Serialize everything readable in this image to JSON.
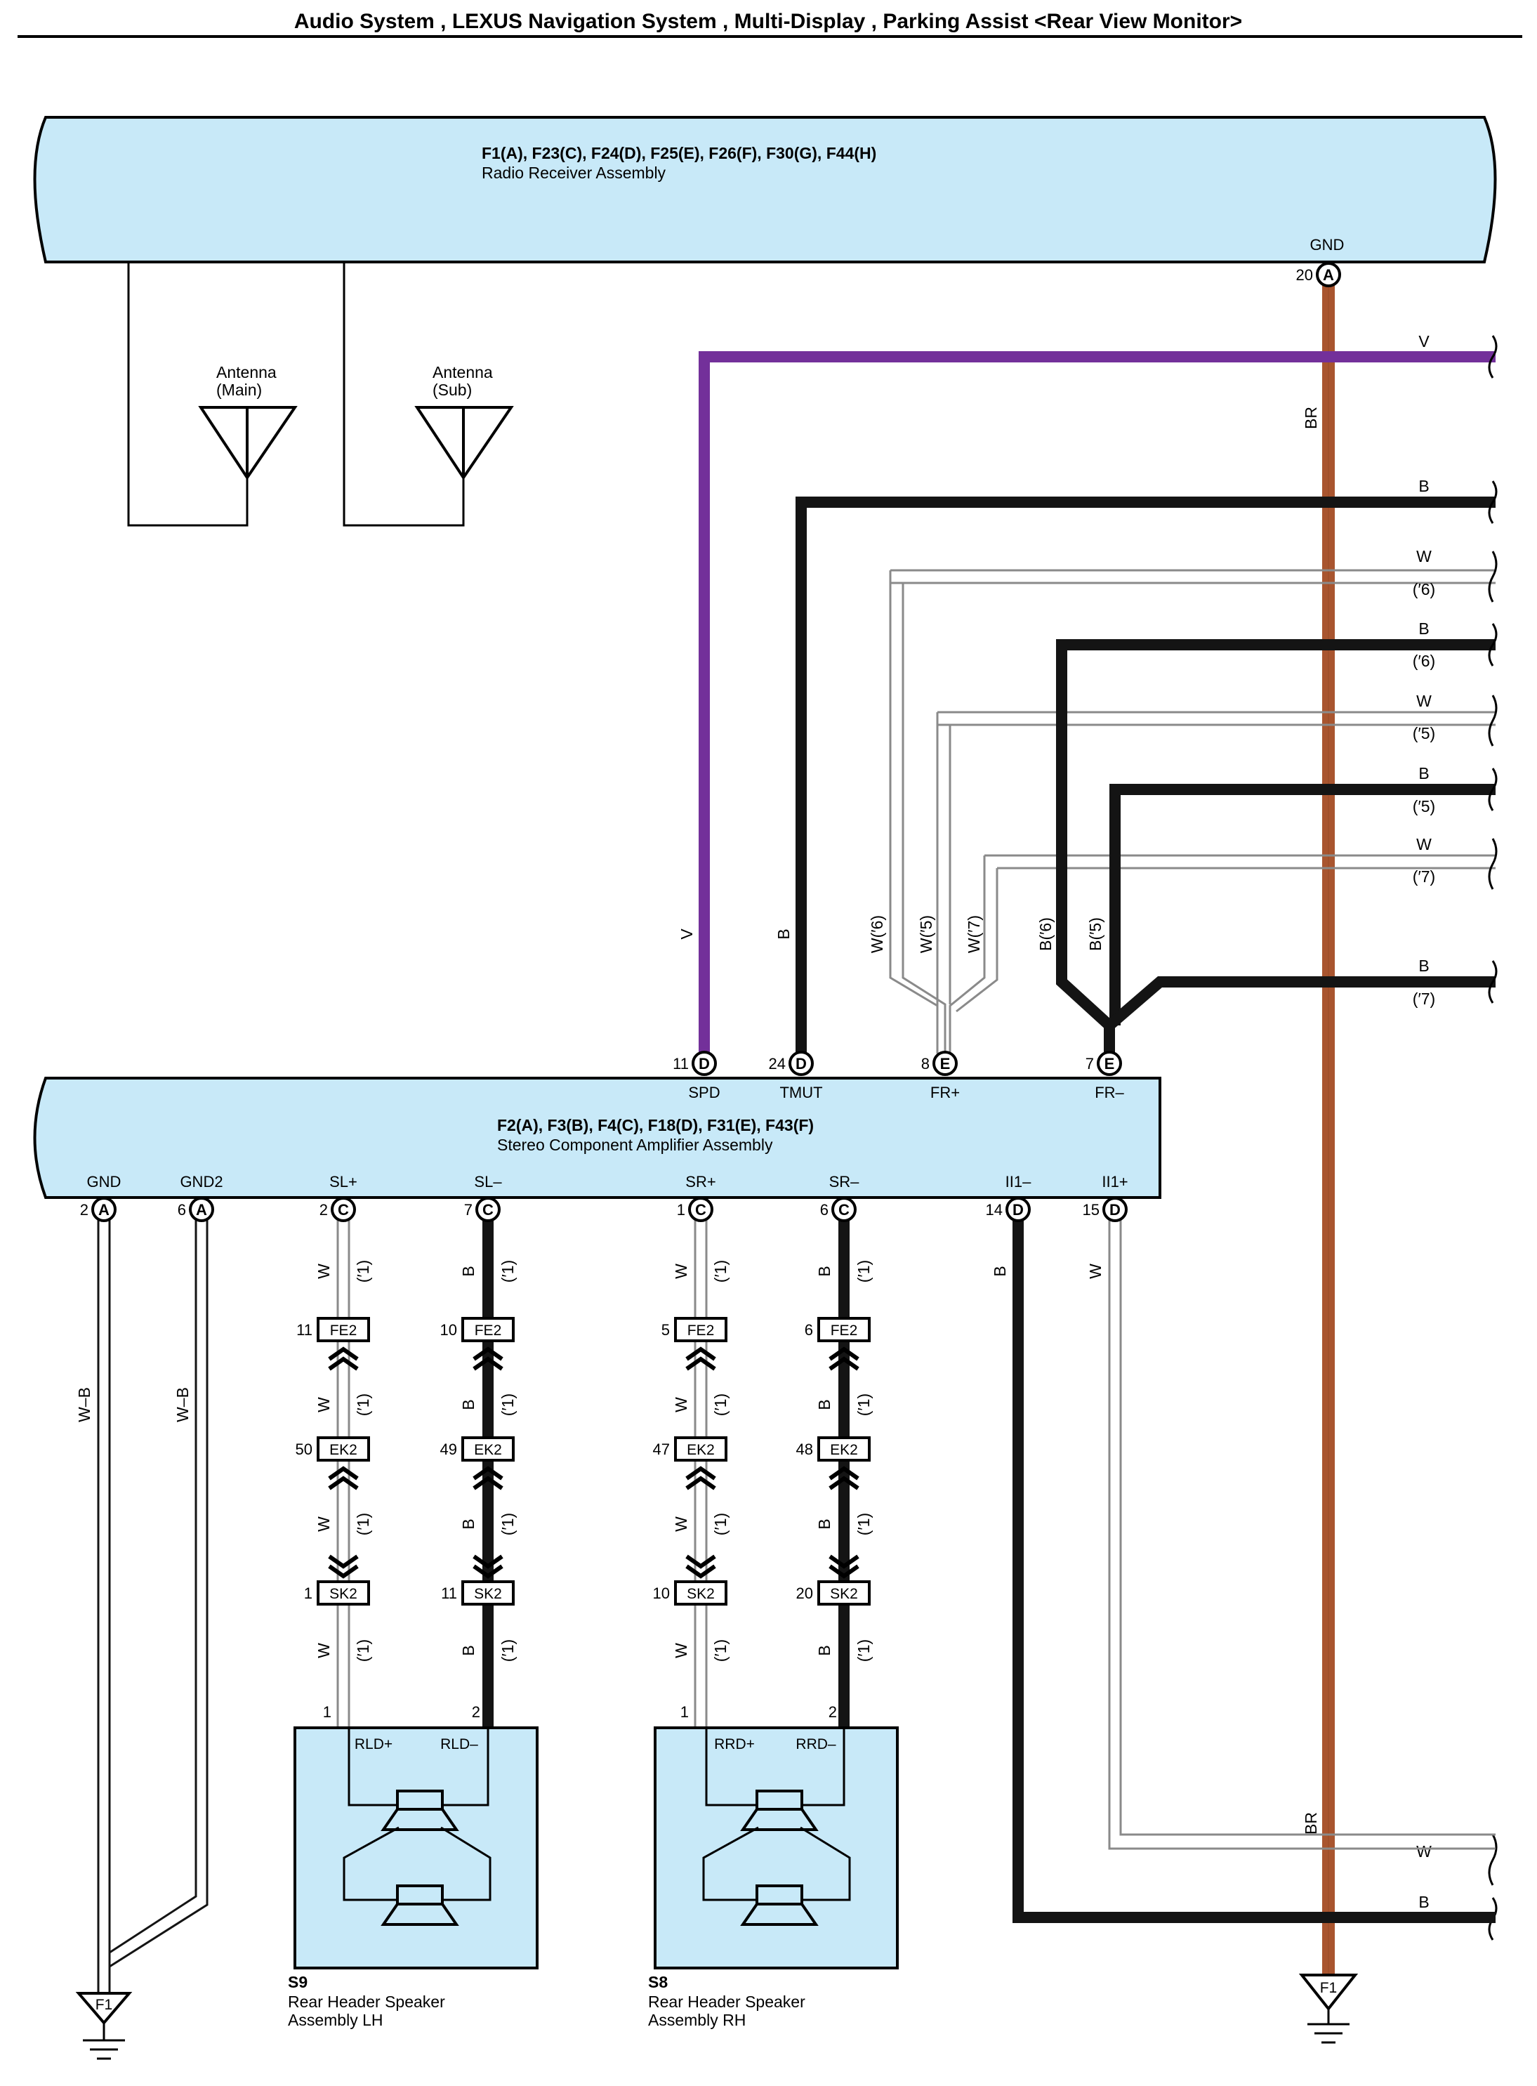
{
  "title": "Audio System , LEXUS Navigation System , Multi-Display , Parking Assist <Rear View Monitor>",
  "colors": {
    "component_fill": "#c8e9f8",
    "wire_violet": "#73309a",
    "wire_brown": "#a9552f",
    "wire_black": "#141414",
    "wire_white_outline": "#8a8a8a"
  },
  "components": {
    "radio": {
      "connectors": "F1(A), F23(C), F24(D), F25(E), F26(F), F30(G), F44(H)",
      "name": "Radio Receiver Assembly",
      "pin_gnd": {
        "num": "20",
        "term": "A",
        "label": "GND"
      }
    },
    "amplifier": {
      "connectors": "F2(A), F3(B), F4(C), F18(D), F31(E), F43(F)",
      "name": "Stereo Component Amplifier Assembly"
    },
    "antenna_main": {
      "line1": "Antenna",
      "line2": "(Main)"
    },
    "antenna_sub": {
      "line1": "Antenna",
      "line2": "(Sub)"
    },
    "speaker_lh": {
      "code": "S9",
      "line1": "Rear Header Speaker",
      "line2": "Assembly LH",
      "pin_pos_label": "RLD+",
      "pin_neg_label": "RLD–",
      "pin_pos_num": "1",
      "pin_neg_num": "2"
    },
    "speaker_rh": {
      "code": "S8",
      "line1": "Rear Header Speaker",
      "line2": "Assembly RH",
      "pin_pos_label": "RRD+",
      "pin_neg_label": "RRD–",
      "pin_pos_num": "1",
      "pin_neg_num": "2"
    }
  },
  "amp_top_pins": [
    {
      "num": "11",
      "term": "D",
      "label": "SPD"
    },
    {
      "num": "24",
      "term": "D",
      "label": "TMUT"
    },
    {
      "num": "8",
      "term": "E",
      "label": "FR+"
    },
    {
      "num": "7",
      "term": "E",
      "label": "FR–"
    }
  ],
  "amp_bottom_pins": [
    {
      "num": "2",
      "term": "A",
      "label": "GND"
    },
    {
      "num": "6",
      "term": "A",
      "label": "GND2"
    },
    {
      "num": "2",
      "term": "C",
      "label": "SL+"
    },
    {
      "num": "7",
      "term": "C",
      "label": "SL–"
    },
    {
      "num": "1",
      "term": "C",
      "label": "SR+"
    },
    {
      "num": "6",
      "term": "C",
      "label": "SR–"
    },
    {
      "num": "14",
      "term": "D",
      "label": "II1–"
    },
    {
      "num": "15",
      "term": "D",
      "label": "II1+"
    }
  ],
  "right_wires": [
    {
      "color": "V",
      "note": ""
    },
    {
      "color": "B",
      "note": ""
    },
    {
      "color": "W",
      "note": "(′6)"
    },
    {
      "color": "B",
      "note": "(′6)"
    },
    {
      "color": "W",
      "note": "(′5)"
    },
    {
      "color": "B",
      "note": "(′5)"
    },
    {
      "color": "W",
      "note": "(′7)"
    },
    {
      "color": "B",
      "note": "(′7)"
    }
  ],
  "bottom_right_wires": [
    {
      "color": "W"
    },
    {
      "color": "B"
    }
  ],
  "vertical_wire_labels": {
    "spd": "V",
    "tmut": "B",
    "w6": "W(′6)",
    "w5": "W(′5)",
    "w7": "W(′7)",
    "b6": "B(′6)",
    "b5": "B(′5)",
    "br": "BR",
    "gnd": "W–B",
    "gnd2": "W–B",
    "ii_minus": "B",
    "ii_plus": "W",
    "star1": "(′1)"
  },
  "inline_connectors": {
    "fe2": "FE2",
    "ek2": "EK2",
    "sk2": "SK2",
    "columns": [
      {
        "wire": "W",
        "fe2": "11",
        "ek2": "50",
        "sk2": "1"
      },
      {
        "wire": "B",
        "fe2": "10",
        "ek2": "49",
        "sk2": "11"
      },
      {
        "wire": "W",
        "fe2": "5",
        "ek2": "47",
        "sk2": "10"
      },
      {
        "wire": "B",
        "fe2": "6",
        "ek2": "48",
        "sk2": "20"
      }
    ]
  },
  "ground": {
    "left": "F1",
    "right": "F1"
  }
}
